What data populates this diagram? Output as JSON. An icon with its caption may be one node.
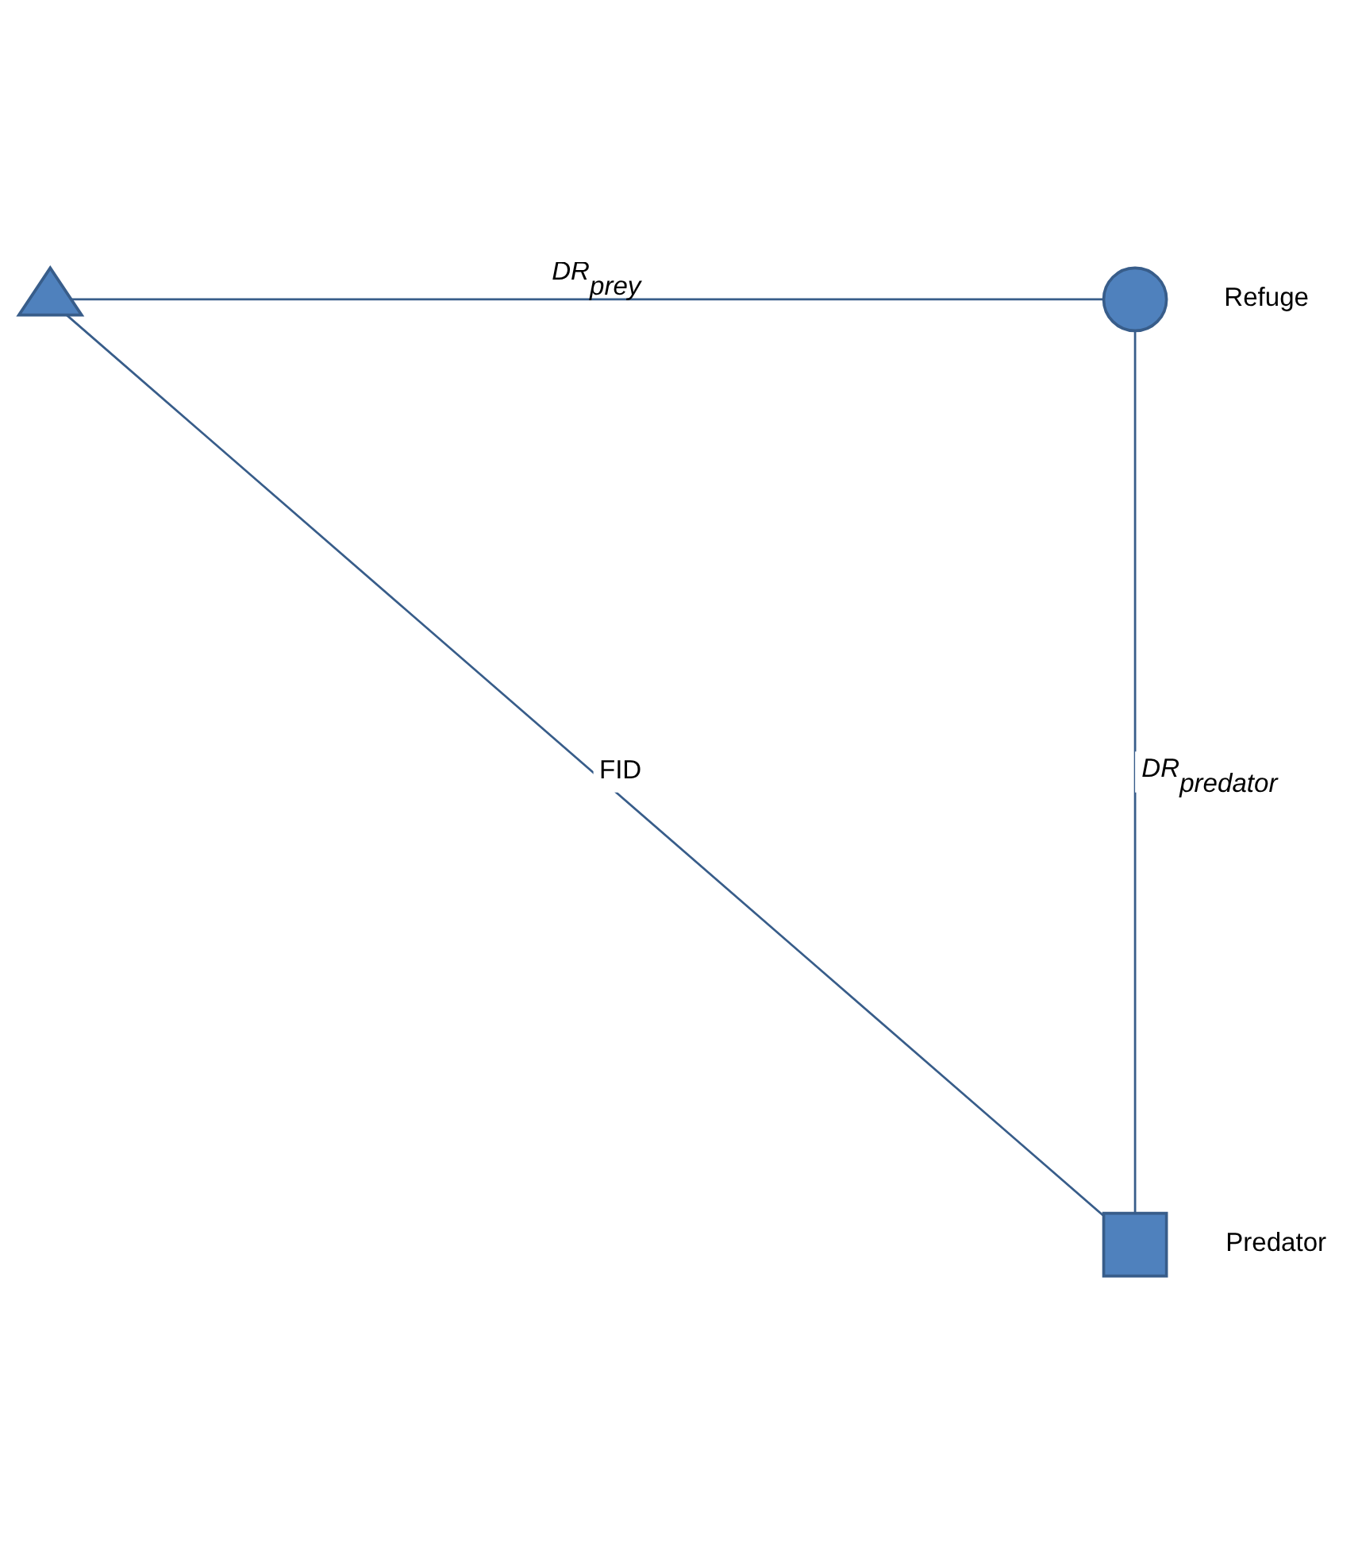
{
  "diagram": {
    "nodes": [
      {
        "text": [],
        "shape": "triangle"
      },
      {
        "text": [],
        "shape": "circle",
        "beside": [
          "Refuge"
        ]
      },
      {
        "text": [],
        "shape": "box",
        "beside": [
          "Predator"
        ]
      }
    ],
    "edges": [
      {
        "from": 0,
        "to": 1,
        "arrow": "none",
        "label": "*DR$_{prey}$*"
      },
      {
        "from": 1,
        "to": 2,
        "arrow": "none",
        "label": "*DR$_{predator}$*"
      },
      {
        "from": 0,
        "to": 2,
        "arrow": "none",
        "label": "FID"
      }
    ]
  }
}
